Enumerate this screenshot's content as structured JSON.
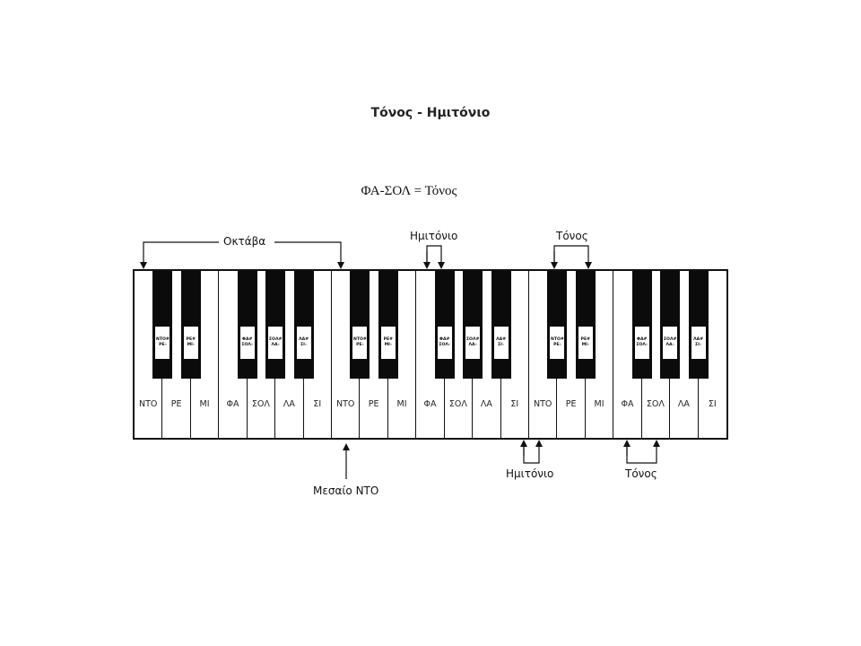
{
  "title": "Τόνος - Ημιτόνιο",
  "subtitle": "ΦΑ-ΣΟΛ = Τόνος",
  "annotations": {
    "octave": "Οκτάβα",
    "semitone_top": "Ημιτόνιο",
    "tone_top": "Τόνος",
    "middle_c": "Μεσαίο ΝΤΟ",
    "semitone_bottom": "Ημιτόνιο",
    "tone_bottom": "Τόνος"
  },
  "white_keys": [
    "ΝΤΟ",
    "ΡΕ",
    "ΜΙ",
    "ΦΑ",
    "ΣΟΛ",
    "ΛΑ",
    "ΣΙ",
    "ΝΤΟ",
    "ΡΕ",
    "ΜΙ",
    "ΦΑ",
    "ΣΟΛ",
    "ΛΑ",
    "ΣΙ",
    "ΝΤΟ",
    "ΡΕ",
    "ΜΙ",
    "ΦΑ",
    "ΣΟΛ",
    "ΛΑ",
    "ΣΙ"
  ],
  "black_keys": [
    {
      "top": "ΝΤΟ#",
      "bottom": "ΡΕ♭"
    },
    {
      "top": "ΡΕ#",
      "bottom": "ΜΙ♭"
    },
    {
      "top": "ΦΑ#",
      "bottom": "ΣΟΛ♭"
    },
    {
      "top": "ΣΟΛ#",
      "bottom": "ΛΑ♭"
    },
    {
      "top": "ΛΑ#",
      "bottom": "ΣΙ♭"
    },
    {
      "top": "ΝΤΟ#",
      "bottom": "ΡΕ♭"
    },
    {
      "top": "ΡΕ#",
      "bottom": "ΜΙ♭"
    },
    {
      "top": "ΦΑ#",
      "bottom": "ΣΟΛ♭"
    },
    {
      "top": "ΣΟΛ#",
      "bottom": "ΛΑ♭"
    },
    {
      "top": "ΛΑ#",
      "bottom": "ΣΙ♭"
    },
    {
      "top": "ΝΤΟ#",
      "bottom": "ΡΕ♭"
    },
    {
      "top": "ΡΕ#",
      "bottom": "ΜΙ♭"
    },
    {
      "top": "ΦΑ#",
      "bottom": "ΣΟΛ♭"
    },
    {
      "top": "ΣΟΛ#",
      "bottom": "ΛΑ♭"
    },
    {
      "top": "ΛΑ#",
      "bottom": "ΣΙ♭"
    }
  ]
}
